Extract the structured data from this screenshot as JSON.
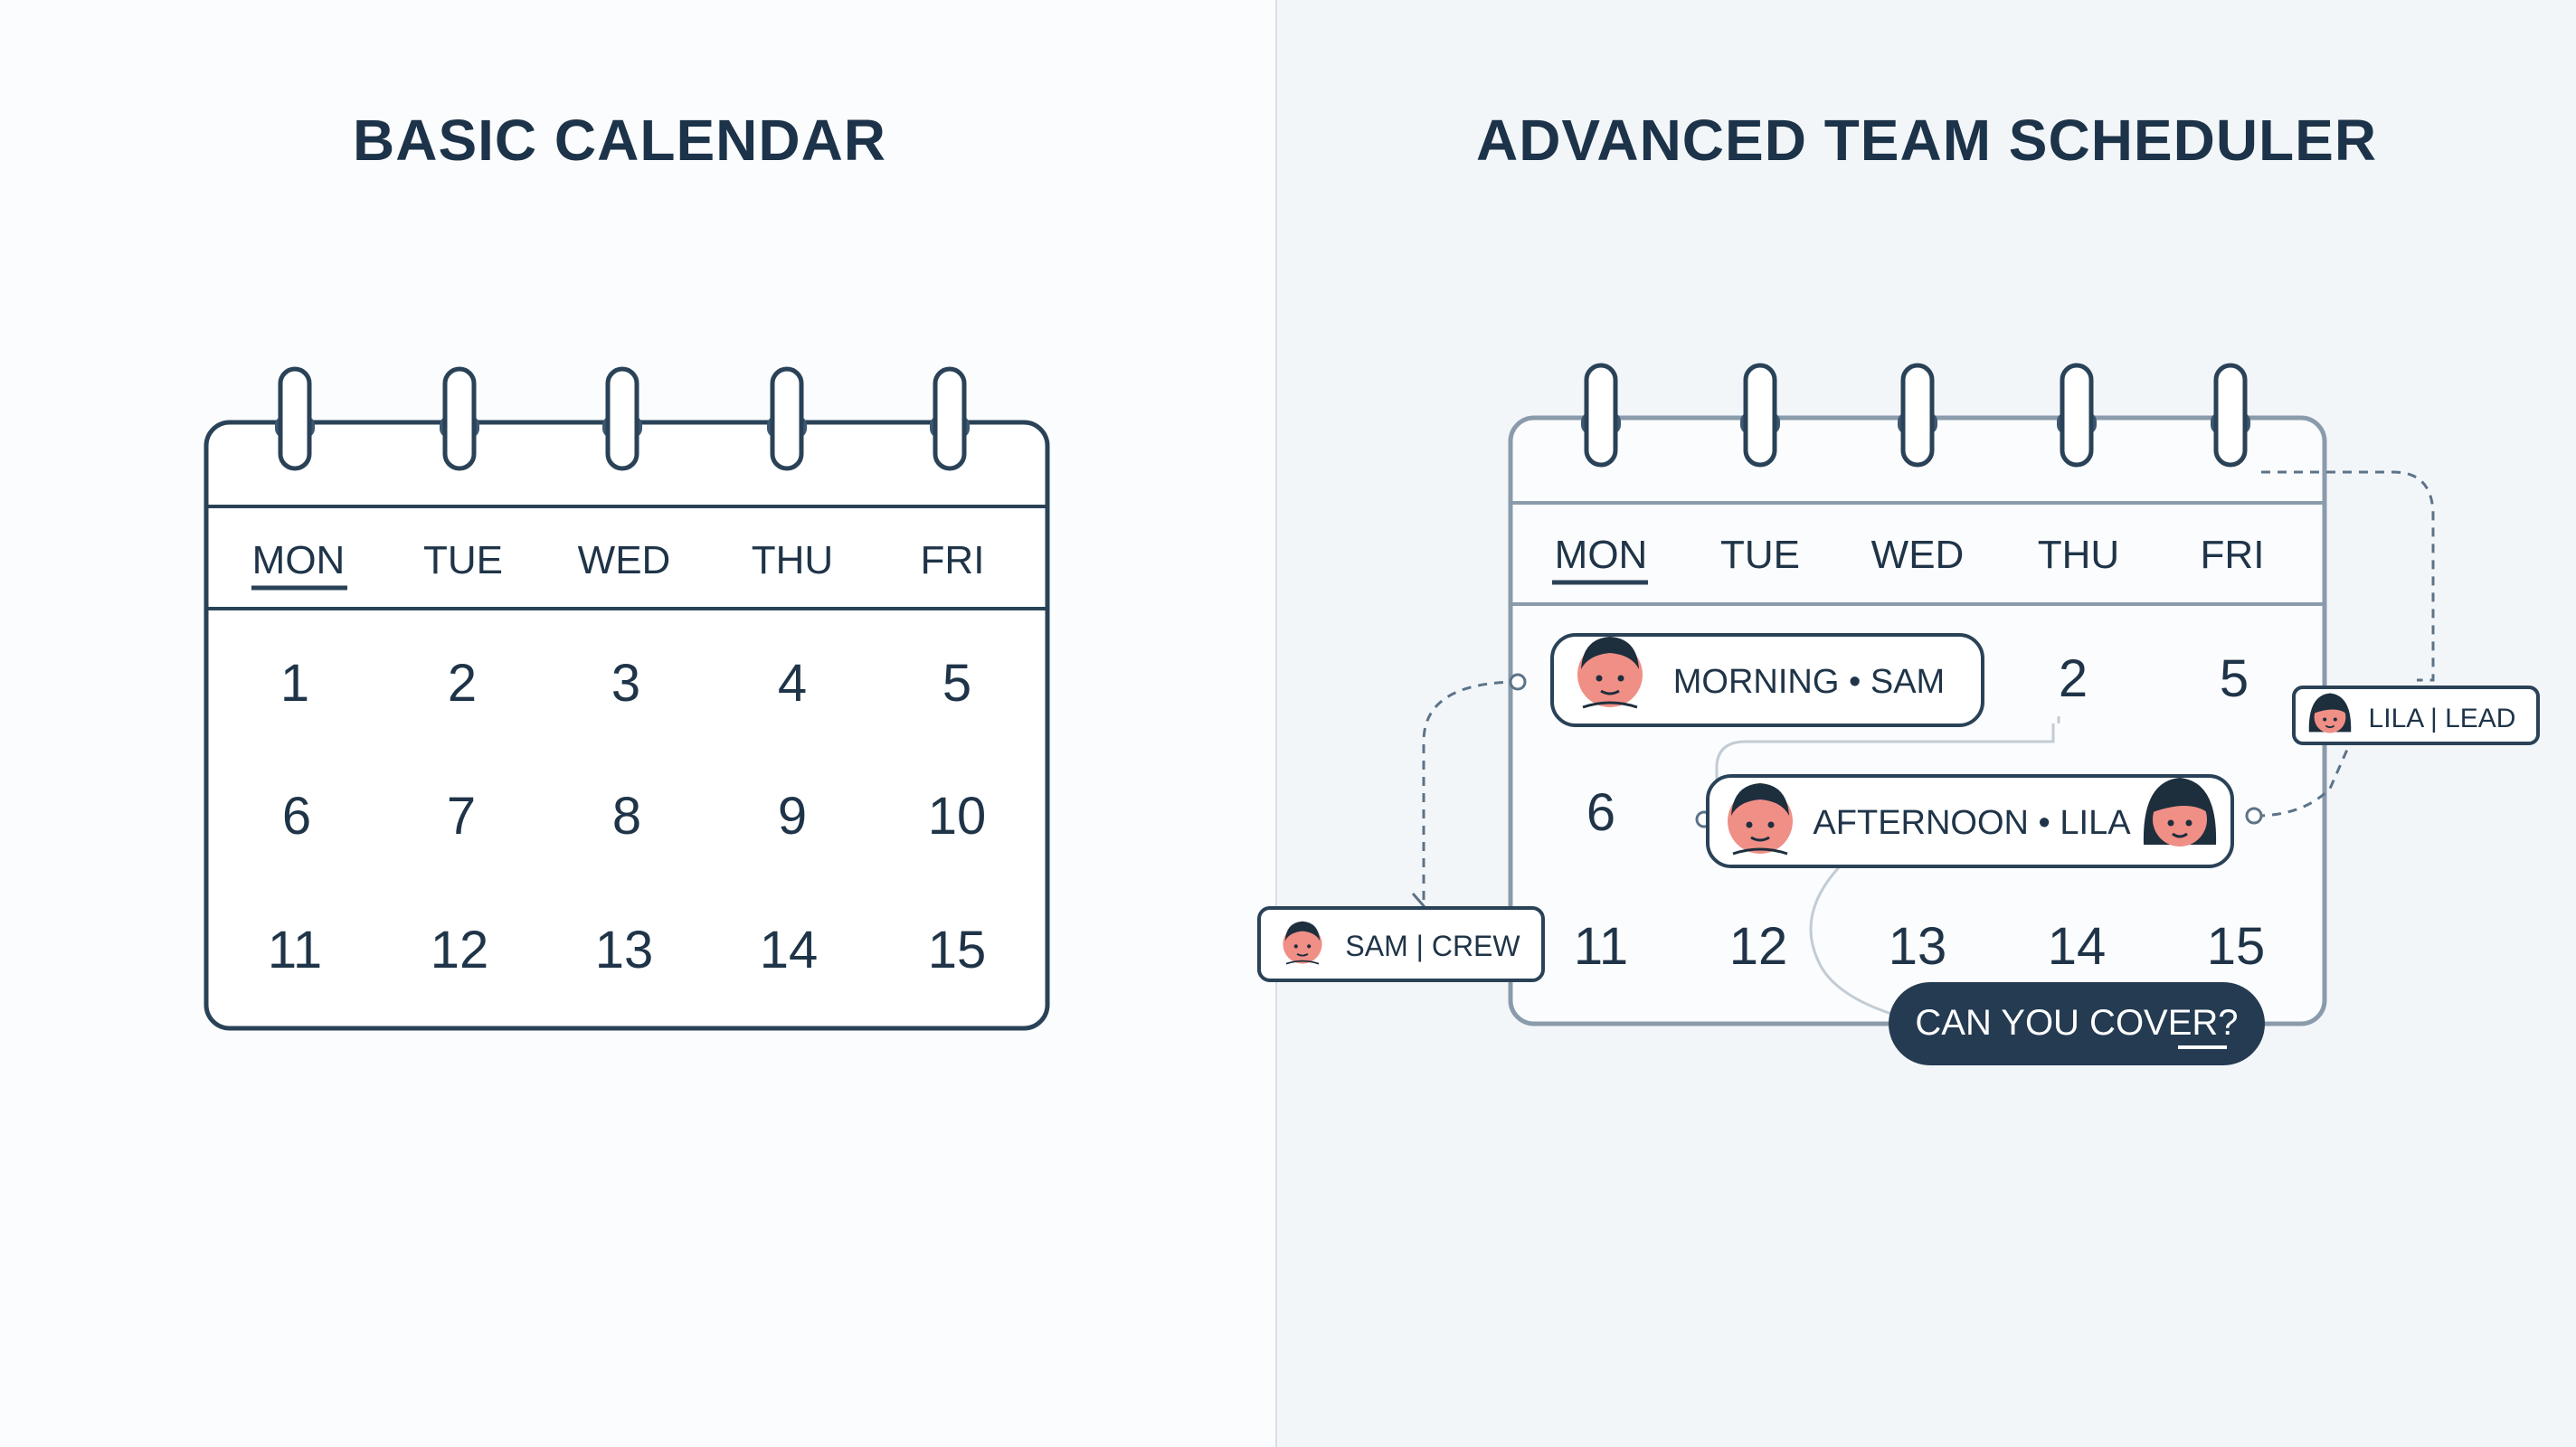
{
  "basic": {
    "title": "BASIC CALENDAR",
    "days": [
      "MON",
      "TUE",
      "WED",
      "THU",
      "FRI"
    ],
    "dates": [
      [
        "1",
        "2",
        "3",
        "4",
        "5"
      ],
      [
        "6",
        "7",
        "8",
        "9",
        "10"
      ],
      [
        "11",
        "12",
        "13",
        "14",
        "15"
      ]
    ]
  },
  "advanced": {
    "title": "ADVANCED TEAM SCHEDULER",
    "days": [
      "MON",
      "TUE",
      "WED",
      "THU",
      "FRI"
    ],
    "dates": {
      "row1": [
        "2",
        "5"
      ],
      "row2": [
        "6"
      ],
      "row3": [
        "11",
        "12",
        "13",
        "14",
        "15"
      ]
    },
    "shifts": {
      "morning": "MORNING • SAM",
      "afternoon": "AFTERNOON • LILA"
    },
    "tags": {
      "lila": "LILA | LEAD",
      "sam": "SAM | CREW"
    },
    "cover_button": "CAN YOU COVER?"
  },
  "colors": {
    "ink": "#1f3448",
    "navy_button": "#243b52",
    "avatar_skin": "#ef8f86",
    "panel_right_bg": "#f3f6f9"
  },
  "icons": [
    "ring-binding-icon",
    "avatar-icon",
    "connector-line"
  ]
}
